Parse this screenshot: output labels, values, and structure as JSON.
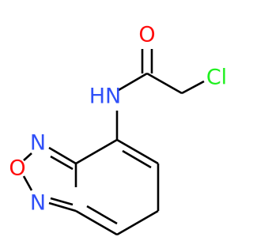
{
  "molecule": {
    "atoms": {
      "oxygen_carbonyl": "O",
      "nitrogen_amide": "HN",
      "chlorine": "Cl",
      "nitrogen_ring_top": "N",
      "oxygen_ring": "O",
      "nitrogen_ring_bottom": "N"
    },
    "colors": {
      "bond": "#000000",
      "oxygen": "#ff0d0d",
      "nitrogen": "#3050f8",
      "chlorine": "#1ff01f"
    }
  }
}
